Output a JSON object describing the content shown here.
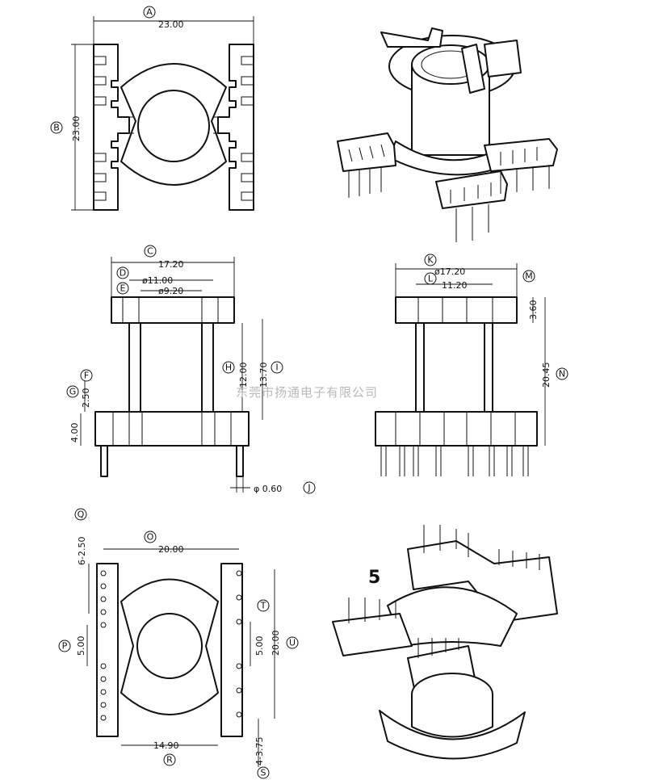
{
  "dimensions": {
    "top_width": "23.00",
    "top_height": "23.00",
    "flange_width": "17.20",
    "bore_outer": "ø11.00",
    "bore_inner": "ø9.20",
    "inner_height": "12.00",
    "total_height": "13.70",
    "flange_thickness": "2.50",
    "pin_base": "4.00",
    "pin_diameter": "φ 0.60",
    "side_flange": "ø17.20",
    "pin_row": "11.20",
    "top_thickness": "3.60",
    "side_height": "20.45",
    "pin_span": "20.00",
    "pin_pitch": "6-2.50",
    "pin_gap": "5.00",
    "pin_gap_right": "5.00",
    "height_20": "20.00",
    "bottom_width": "14.90",
    "pin_pitch_right": "4-3.75"
  },
  "labels": {
    "A": "A",
    "B": "B",
    "C": "C",
    "D": "D",
    "E": "E",
    "F": "F",
    "G": "G",
    "H": "H",
    "I": "I",
    "J": "J",
    "K": "K",
    "L": "L",
    "M": "M",
    "N": "N",
    "O": "O",
    "P": "P",
    "Q": "Q",
    "R": "R",
    "S": "S",
    "T": "T",
    "U": "U"
  },
  "figure_number": "5",
  "watermark": "东莞市扬通电子有限公司"
}
